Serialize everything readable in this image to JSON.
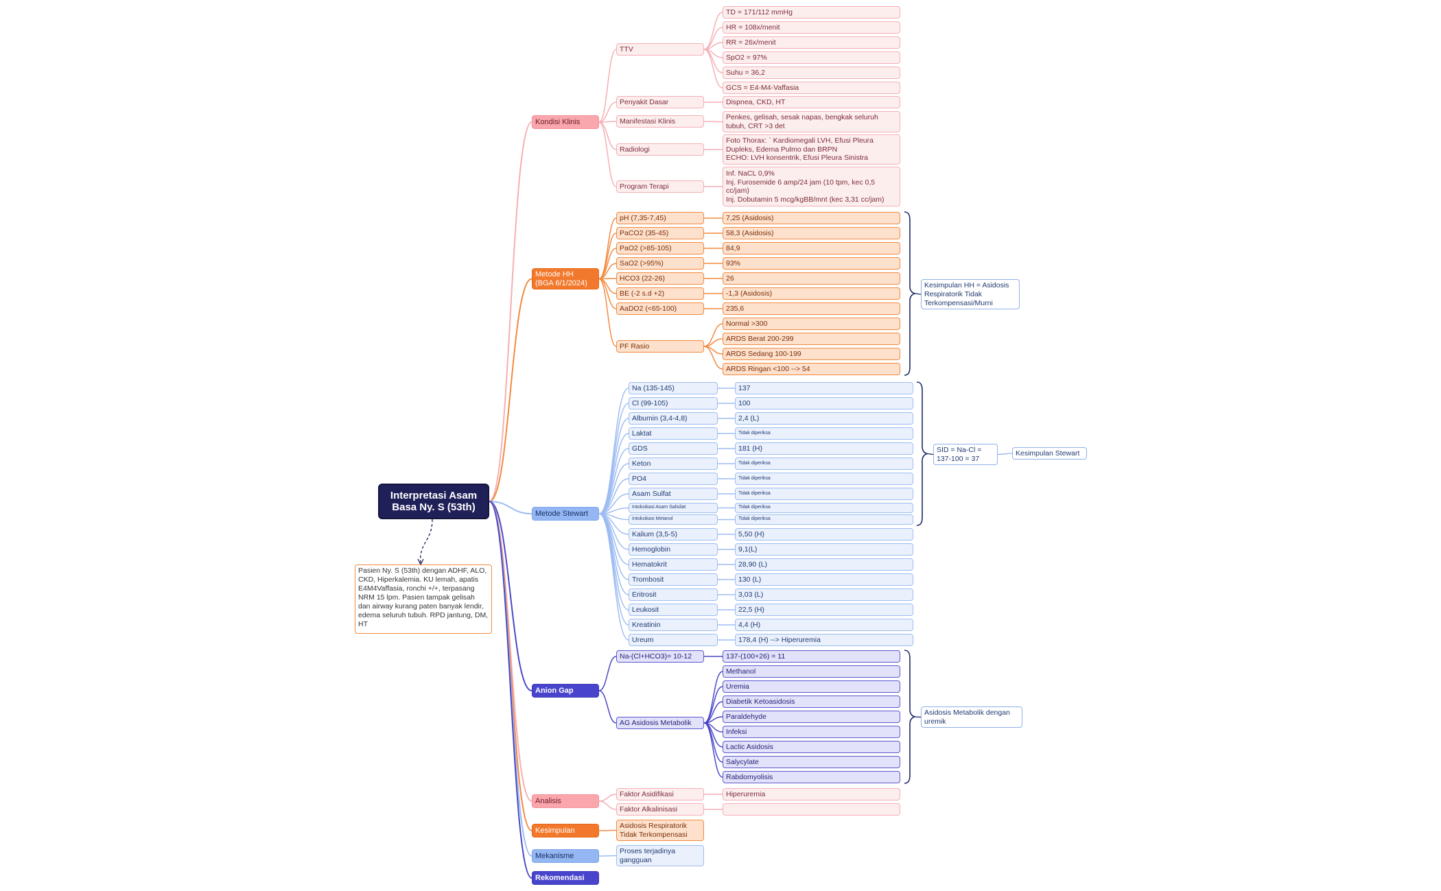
{
  "root": {
    "title": "Interpretasi Asam\nBasa Ny. S (53th)"
  },
  "note": "Pasien Ny. S (53th) dengan ADHF, ALO, CKD, Hiperkalemia. KU lemah, apatis E4M4Vaffasia, ronchi +/+, terpasang NRM 15 lpm. Pasien tampak gelisah dan airway kurang paten banyak lendir, edema seluruh tubuh. RPD jantung, DM, HT",
  "kondisi": {
    "label": "Kondisi Klinis",
    "ttv_label": "TTV",
    "ttv": [
      "TD = 171/112 mmHg",
      "HR = 108x/menit",
      "RR = 26x/menit",
      "SpO2 = 97%",
      "Suhu = 36,2",
      "GCS = E4-M4-Vaffasia"
    ],
    "penyakit_label": "Penyakit Dasar",
    "penyakit": "Dispnea, CKD, HT",
    "manifestasi_label": "Manifestasi Klinis",
    "manifestasi": "Penkes, gelisah, sesak napas, bengkak seluruh tubuh, CRT >3 det",
    "radiologi_label": "Radiologi",
    "radiologi": "Foto Thorax: ` Kardiomegali LVH, Efusi Pleura Dupleks, Edema Pulmo dan BRPN\nECHO: LVH konsentrik, Efusi Pleura Sinistra",
    "terapi_label": "Program Terapi",
    "terapi": "Inf. NaCL 0,9%\nInj. Furosemide 6 amp/24 jam (10 tpm, kec 0,5 cc/jam)\nInj. Dobutamin 5 mcg/kgBB/mnt (kec 3,31 cc/jam)"
  },
  "hh": {
    "label": "Metode HH\n(BGA 6/1/2024)",
    "rows": [
      {
        "label": "pH (7,35-7,45)",
        "value": "7,25 (Asidosis)"
      },
      {
        "label": "PaCO2 (35-45)",
        "value": "58,3 (Asidosis)"
      },
      {
        "label": "PaO2 (>85-105)",
        "value": "84,9"
      },
      {
        "label": "SaO2 (>95%)",
        "value": "93%"
      },
      {
        "label": "HCO3 (22-26)",
        "value": "26"
      },
      {
        "label": "BE (-2 s.d +2)",
        "value": "-1,3 (Asidosis)"
      },
      {
        "label": "AaDO2 (<65-100)",
        "value": "235,6"
      }
    ],
    "pf_label": "PF Rasio",
    "pf": [
      "Normal >300",
      "ARDS Berat 200-299",
      "ARDS Sedang 100-199",
      "ARDS Ringan <100 --> 54"
    ],
    "kesimpulan": "Kesimpulan HH = Asidosis Respiratorik Tidak Terkompensasi/Murni"
  },
  "stewart": {
    "label": "Metode Stewart",
    "rows": [
      {
        "label": "Na (135-145)",
        "value": "137"
      },
      {
        "label": "Cl (99-105)",
        "value": "100"
      },
      {
        "label": "Albumin (3,4-4,8)",
        "value": "2,4 (L)"
      },
      {
        "label": "Laktat",
        "value": "Tidak diperiksa"
      },
      {
        "label": "GDS",
        "value": "181 (H)"
      },
      {
        "label": "Keton",
        "value": "Tidak diperiksa"
      },
      {
        "label": "PO4",
        "value": "Tidak diperiksa"
      },
      {
        "label": "Asam Sulfat",
        "value": "Tidak diperiksa"
      },
      {
        "label": "Intoksikasi Asam Salisilat",
        "value": "Tidak diperiksa"
      },
      {
        "label": "Intoksikasi Metanol",
        "value": "Tidak diperiksa"
      },
      {
        "label": "Kalium (3,5-5)",
        "value": "5,50 (H)"
      },
      {
        "label": "Hemoglobin",
        "value": "9,1(L)"
      },
      {
        "label": "Hematokrit",
        "value": "28,90 (L)"
      },
      {
        "label": "Trombosit",
        "value": "130 (L)"
      },
      {
        "label": "Eritrosit",
        "value": "3,03 (L)"
      },
      {
        "label": "Leukosit",
        "value": "22,5 (H)"
      },
      {
        "label": "Kreatinin",
        "value": "4,4 (H)"
      },
      {
        "label": "Ureum",
        "value": "178,4 (H) --> Hiperuremia"
      }
    ],
    "sid": "SID = Na-Cl =\n137-100 = 37",
    "kesimpulan": "Kesimpulan Stewart"
  },
  "anion": {
    "label": "Anion Gap",
    "formula_label": "Na-(Cl+HCO3)= 10-12",
    "formula_value": "137-(100+26) = 11",
    "ag_label": "AG Asidosis Metabolik",
    "items": [
      "Methanol",
      "Uremia",
      "Diabetik Ketoasidosis",
      "Paraldehyde",
      "Infeksi",
      "Lactic Asidosis",
      "Salycylate",
      "Rabdomyolisis"
    ],
    "kesimpulan": "Asidosis Metabolik dengan uremik"
  },
  "analisis": {
    "label": "Analisis",
    "asidifikasi_label": "Faktor Asidifikasi",
    "asidifikasi": "Hiperuremia",
    "alkalinisasi_label": "Faktor Alkalinisasi",
    "alkalinisasi": ""
  },
  "kesimpulan": {
    "label": "Kesimpulan",
    "value": "Asidosis Respiratorik\nTidak Terkompensasi"
  },
  "mekanisme": {
    "label": "Mekanisme",
    "value": "Proses terjadinya\ngangguan"
  },
  "rekomendasi": {
    "label": "Rekomendasi"
  }
}
